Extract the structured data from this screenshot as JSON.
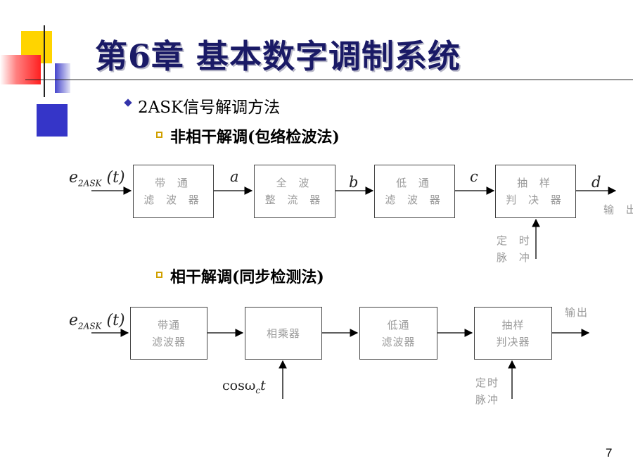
{
  "title": "第6章 基本数字调制系统",
  "heading": "2ASK信号解调方法",
  "sub1": "非相干解调(包络检波法)",
  "sub2": "相干解调(同步检测法)",
  "diagram1": {
    "input": "e2ASK(t)",
    "boxes": [
      {
        "line1": "带 通",
        "line2": "滤 波 器"
      },
      {
        "line1": "全 波",
        "line2": "整 流 器"
      },
      {
        "line1": "低 通",
        "line2": "滤 波 器"
      },
      {
        "line1": "抽 样",
        "line2": "判 决 器"
      }
    ],
    "points": [
      "a",
      "b",
      "c",
      "d"
    ],
    "output": "输 出",
    "clock": [
      "定 时",
      "脉 冲"
    ]
  },
  "diagram2": {
    "input": "e2ASK(t)",
    "boxes": [
      {
        "line1": "带通",
        "line2": "滤波器"
      },
      {
        "line1": "相乘器",
        "line2": ""
      },
      {
        "line1": "低通",
        "line2": "滤波器"
      },
      {
        "line1": "抽样",
        "line2": "判决器"
      }
    ],
    "carrier": "cosωct",
    "output": "输出",
    "clock": [
      "定时",
      "脉冲"
    ]
  },
  "page_number": "7",
  "colors": {
    "title": "#1a1a66",
    "accent_yellow": "#ffcc00",
    "accent_blue": "#3333cc",
    "accent_red": "#ff3333"
  }
}
